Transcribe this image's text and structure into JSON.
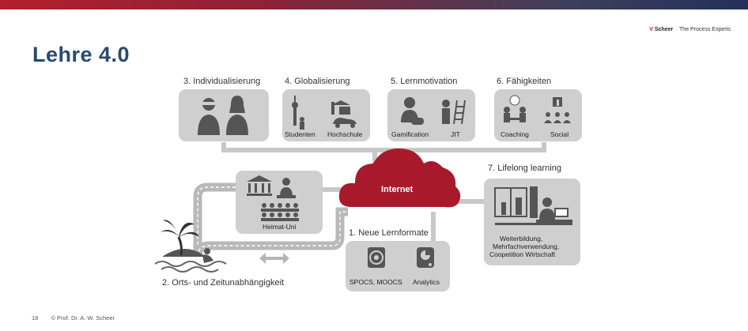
{
  "slide": {
    "title": "Lehre 4.0",
    "brand_logo": "V",
    "brand_name": "Scheer",
    "brand_tagline": "The Process Experts",
    "page_number": "18",
    "copyright": "© Prof. Dr. A. W. Scheer"
  },
  "boxes": {
    "individualisierung": {
      "label": "3. Individualisierung"
    },
    "globalisierung": {
      "label": "4. Globalisierung",
      "cap1": "Studenten",
      "cap2": "Hochschule"
    },
    "lernmotivation": {
      "label": "5. Lernmotivation",
      "cap1": "Gamification",
      "cap2": "JIT"
    },
    "faehigkeiten": {
      "label": "6. Fähigkeiten",
      "cap1": "Coaching",
      "cap2": "Social"
    },
    "heimat": {
      "cap": "Heimat-Uni"
    },
    "internet": {
      "label": "Internet"
    },
    "lifelong": {
      "label": "7. Lifelong learning",
      "line1": "Weiterbildung,",
      "line2": "Mehrfachverwendung,",
      "line3": "Coopetition Wirtschaft"
    },
    "lernformate": {
      "label": "1. Neue Lernformate",
      "cap1": "SPOCS, MOOCS",
      "cap2": "Analytics"
    },
    "orts": {
      "label": "2. Orts- und Zeitunabhängigkeit"
    }
  },
  "colors": {
    "accent": "#b21f2d",
    "title": "#274a6e",
    "box": "#cfcfcf",
    "icon": "#555555"
  }
}
